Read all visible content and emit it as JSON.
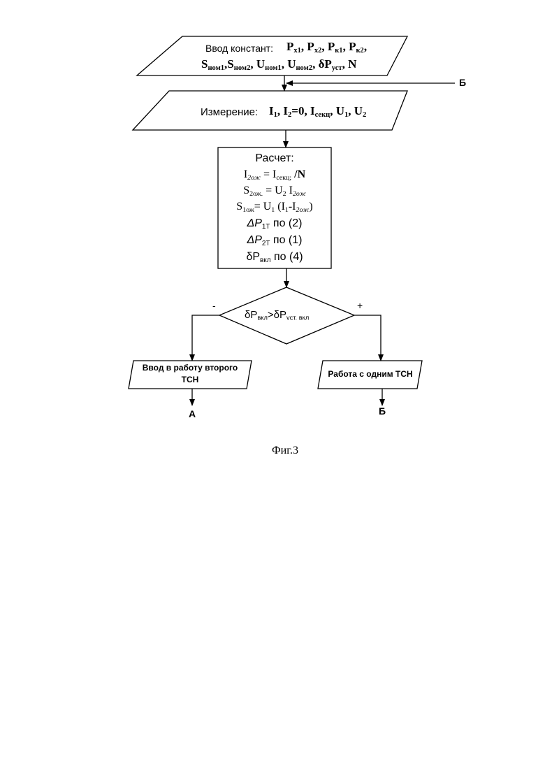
{
  "input_block": {
    "label": "Ввод констант:",
    "symbols": [
      "P",
      "P",
      "P",
      "P",
      "S",
      "S",
      "U",
      "U",
      "δP",
      "N"
    ],
    "subscripts": [
      "x1",
      "x2",
      "к1",
      "к2",
      "ном1",
      "ном2",
      "ном1",
      "ном2",
      "уст"
    ]
  },
  "measure_block": {
    "label": "Измерение:",
    "symbols": [
      "I",
      "I",
      "=0",
      "I",
      "U",
      "U"
    ],
    "subscripts": [
      "1",
      "2",
      "секц",
      "1",
      "2"
    ]
  },
  "calc_block": {
    "title": "Расчет:",
    "lines": [
      {
        "a": "I",
        "a_sub": "2ож",
        "eq": " = I",
        "b_sub": "секц;",
        "rest": " /N"
      },
      {
        "a": "S",
        "a_sub": "2ож.",
        "eq": " = U",
        "b_sub": "2",
        "mid": " I",
        "c_sub": "2ож"
      },
      {
        "a": "S",
        "a_sub": "1ож",
        "eq": "= U",
        "b_sub": "1",
        "mid": " (I",
        "c_sub": "1",
        "rest": "-I",
        "d_sub": "2ож",
        "tail": ")"
      },
      {
        "sym": "ΔP",
        "sub": "1Т",
        "text": " по (2)"
      },
      {
        "sym": "ΔP",
        "sub": "2Т",
        "text": " по (1)"
      },
      {
        "sym": "δP",
        "sub": "вкл",
        "text": " по (4)"
      }
    ]
  },
  "decision": {
    "left": "δP",
    "left_sub": "вкл",
    "op": ">δP",
    "right_sub": "vст. вкл",
    "minus": "-",
    "plus": "+"
  },
  "branch_left": {
    "line1": "Ввод в работу второго",
    "line2": "ТСН",
    "exit": "А"
  },
  "branch_right": {
    "label": "Работа с одним ТСН",
    "exit": "Б"
  },
  "loop_label": "Б",
  "caption": "Фиг.3"
}
